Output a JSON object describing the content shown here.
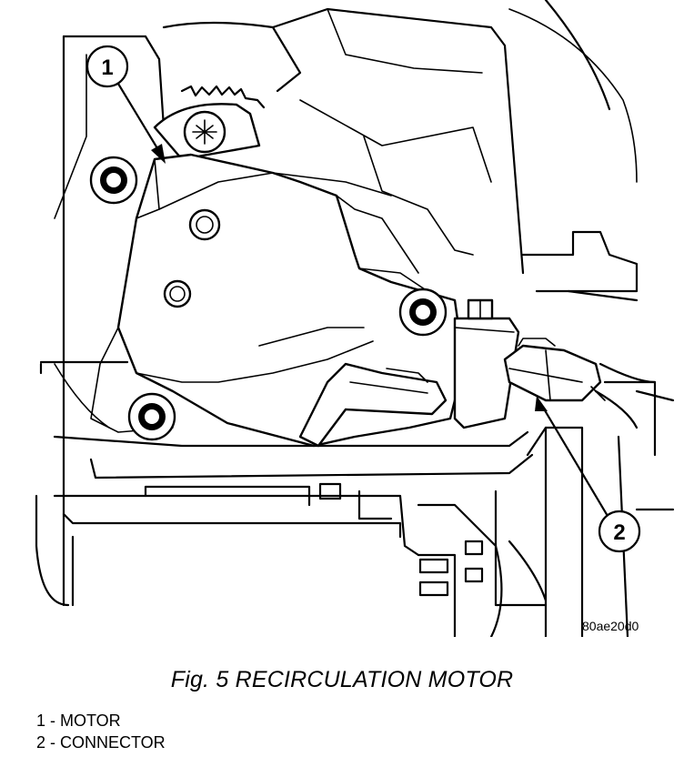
{
  "figure": {
    "image_code": "80ae20d0",
    "caption": "Fig. 5 RECIRCULATION MOTOR",
    "callouts": [
      {
        "number": "1",
        "label": "MOTOR"
      },
      {
        "number": "2",
        "label": "CONNECTOR"
      }
    ],
    "legend": [
      "1 - MOTOR",
      "2 - CONNECTOR"
    ]
  }
}
